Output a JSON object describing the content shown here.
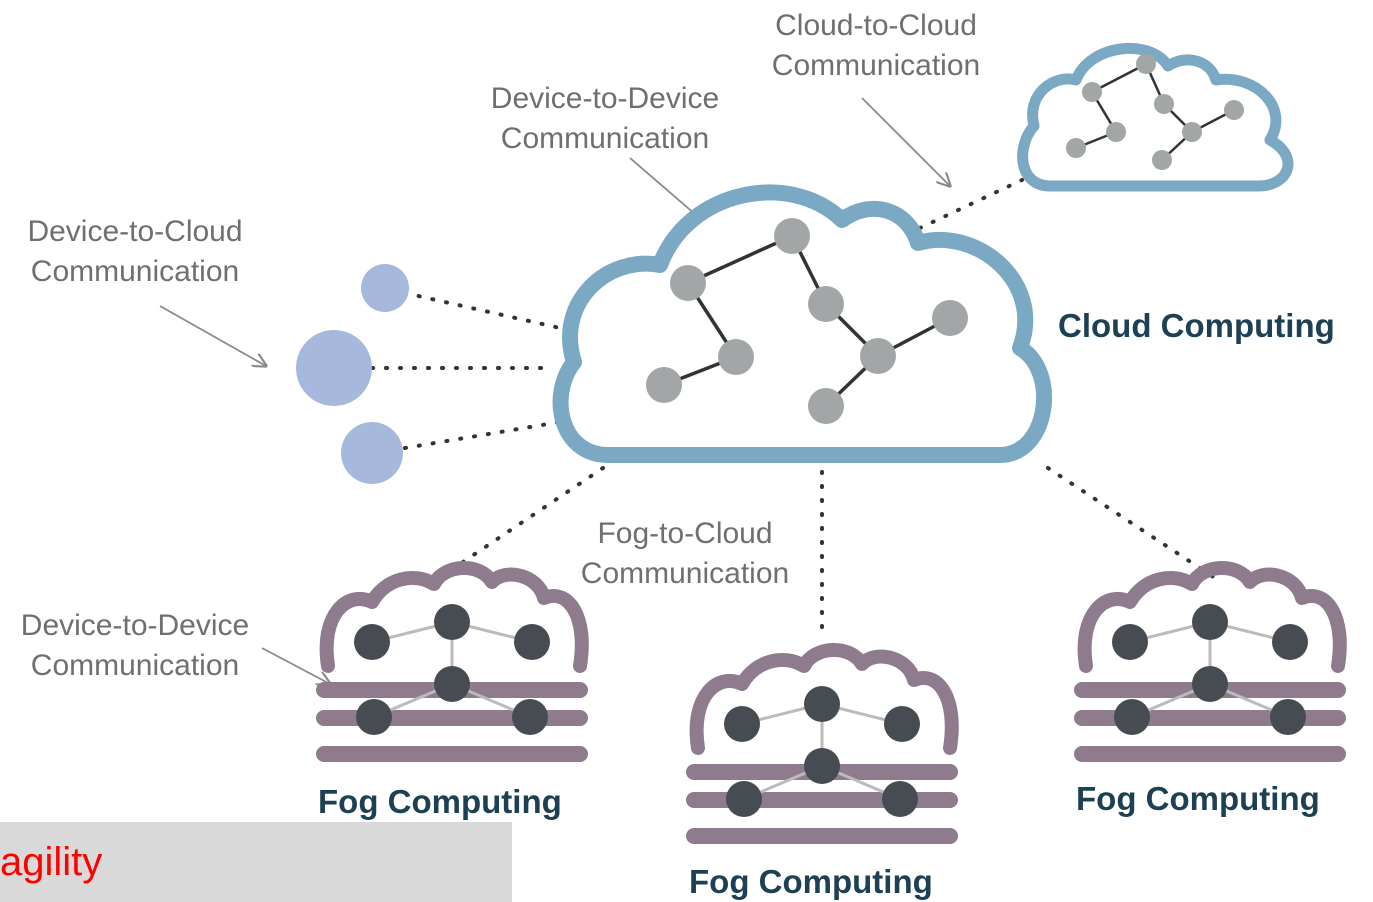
{
  "labels": {
    "cloud_to_cloud": [
      "Cloud-to-Cloud",
      "Communication"
    ],
    "device_to_device_top": [
      "Device-to-Device",
      "Communication"
    ],
    "device_to_cloud": [
      "Device-to-Cloud",
      "Communication"
    ],
    "fog_to_cloud": [
      "Fog-to-Cloud",
      "Communication"
    ],
    "device_to_device_bottom": [
      "Device-to-Device",
      "Communication"
    ]
  },
  "titles": {
    "cloud_computing": "Cloud Computing",
    "fog_left": "Fog Computing",
    "fog_center": "Fog Computing",
    "fog_right": "Fog Computing"
  },
  "caption": "agility",
  "colors": {
    "cloud_outline": "#7ba9c4",
    "node_grey": "#a3a6a6",
    "device_blue": "#a6b9dc",
    "fog_purple": "#8e7c8e",
    "fog_node": "#474b52",
    "title_text": "#1d4152",
    "label_text": "#6f6f6f",
    "caption_text": "#ff0000",
    "caption_bg": "#d9d9d9"
  }
}
